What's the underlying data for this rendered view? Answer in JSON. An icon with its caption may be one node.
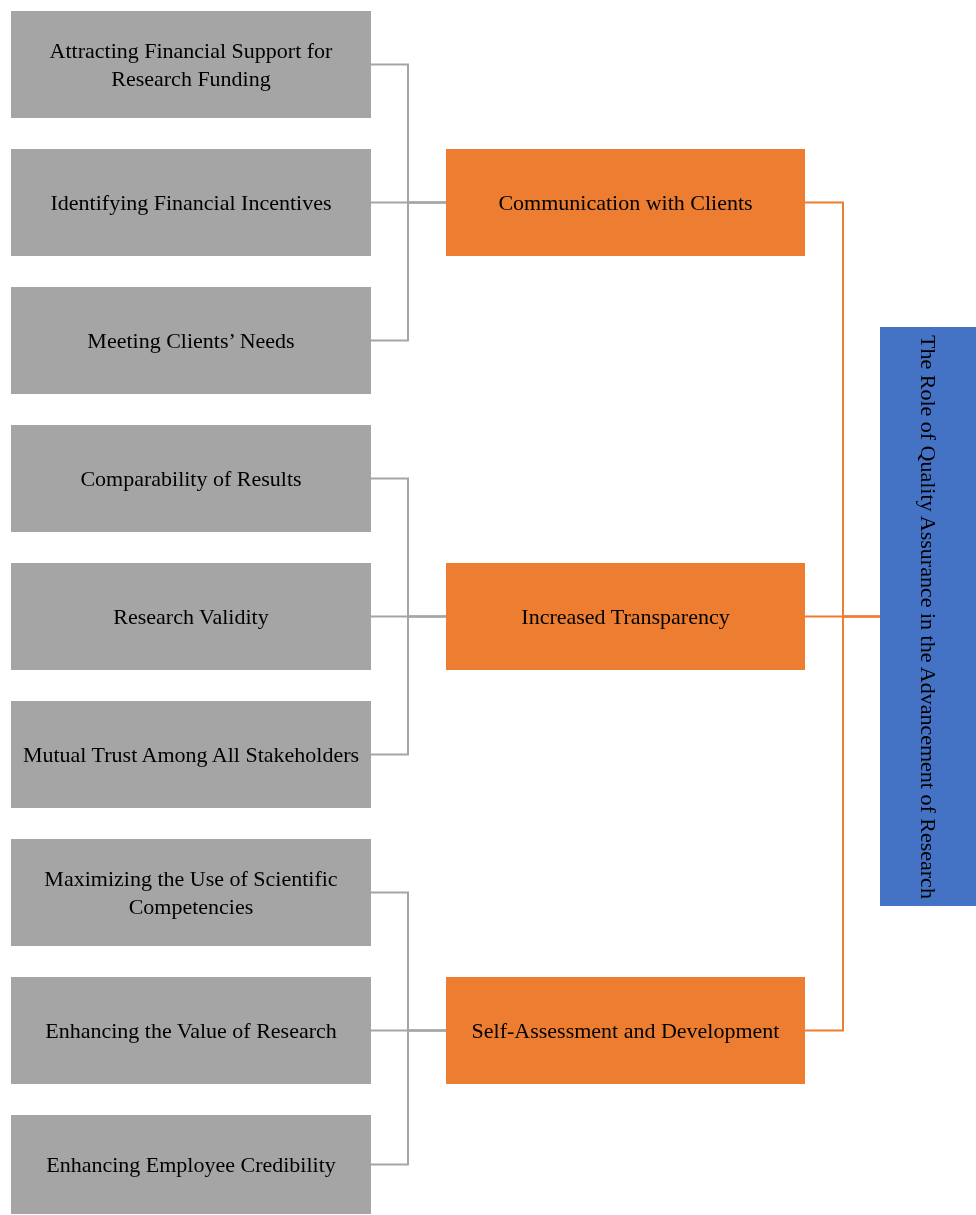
{
  "diagram": {
    "nodes": [
      {
        "text": [
          "Attracting Financial Support for Research Funding"
        ]
      },
      {
        "text": [
          "Identifying Financial Incentives"
        ]
      },
      {
        "text": [
          "Meeting Clients’ Needs"
        ]
      },
      {
        "text": [
          "Communication with Clients"
        ]
      },
      {
        "text": [
          "Comparability of Results"
        ]
      },
      {
        "text": [
          "Research Validity"
        ]
      },
      {
        "text": [
          "Mutual Trust Among All Stakeholders"
        ]
      },
      {
        "text": [
          "Increased Transparency"
        ]
      },
      {
        "text": [
          "Maximizing the Use of Scientific Competencies"
        ]
      },
      {
        "text": [
          "Enhancing the Value of Research"
        ]
      },
      {
        "text": [
          "Enhancing Employee Credibility"
        ]
      },
      {
        "text": [
          "Self-Assessment and Development"
        ]
      },
      {
        "text": [
          "The Role of Quality Assurance in the Advancement of Research"
        ]
      }
    ],
    "edges": [
      {
        "from": 0,
        "to": 3,
        "arrow": "none"
      },
      {
        "from": 1,
        "to": 3,
        "arrow": "none"
      },
      {
        "from": 2,
        "to": 3,
        "arrow": "none"
      },
      {
        "from": 4,
        "to": 7,
        "arrow": "none"
      },
      {
        "from": 5,
        "to": 7,
        "arrow": "none"
      },
      {
        "from": 6,
        "to": 7,
        "arrow": "none"
      },
      {
        "from": 8,
        "to": 11,
        "arrow": "none"
      },
      {
        "from": 9,
        "to": 11,
        "arrow": "none"
      },
      {
        "from": 10,
        "to": 11,
        "arrow": "none"
      },
      {
        "from": 3,
        "to": 12,
        "arrow": "none",
        "color": "#ed7d31"
      },
      {
        "from": 7,
        "to": 12,
        "arrow": "none",
        "color": "#ed7d31"
      },
      {
        "from": 11,
        "to": 12,
        "arrow": "none",
        "color": "#ed7d31"
      }
    ]
  }
}
